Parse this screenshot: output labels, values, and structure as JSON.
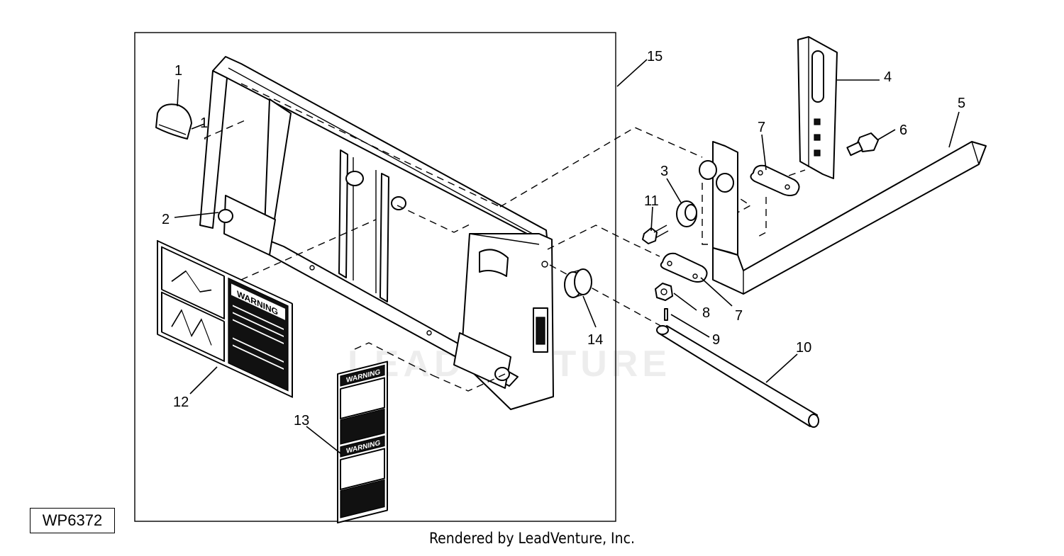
{
  "figure_id": "WP6372",
  "credit": "Rendered by LeadVenture, Inc.",
  "watermark": "LEADVENTURE",
  "decals": {
    "warning_word": "WARNING"
  },
  "callouts": [
    "1",
    "2",
    "3",
    "4",
    "5",
    "6",
    "7",
    "7",
    "8",
    "9",
    "10",
    "11",
    "12",
    "13",
    "14",
    "15"
  ]
}
